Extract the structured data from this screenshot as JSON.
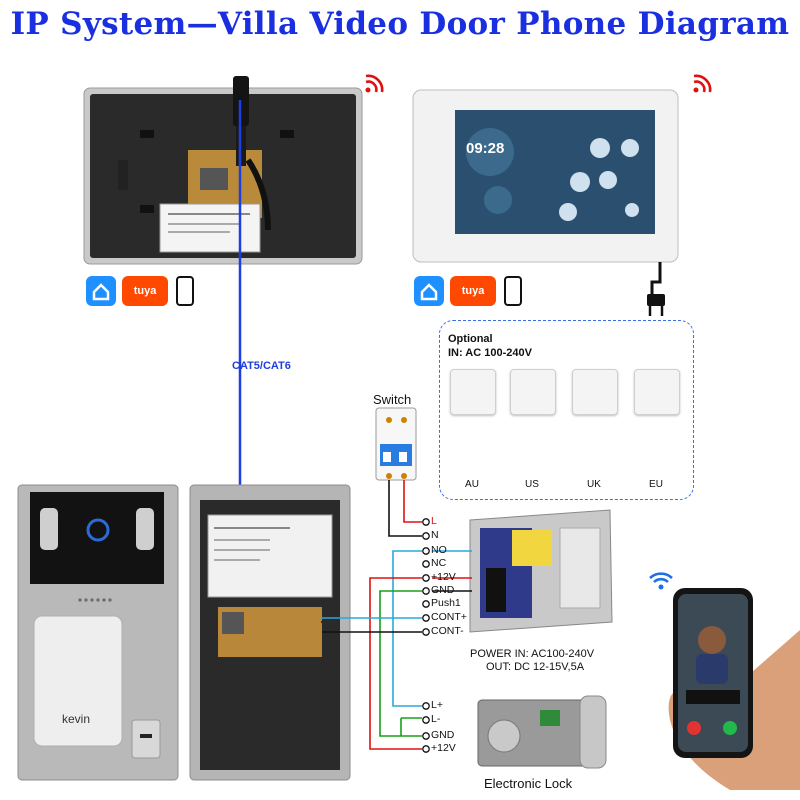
{
  "title": "IP System—Villa Video Door Phone Diagram",
  "monitor_left": {
    "icons": [
      "wifi-icon",
      "smart-home-icon",
      "tuya-icon",
      "smartphone-icon"
    ],
    "tuya": "tuya"
  },
  "monitor_right": {
    "clock": "09:28",
    "icons": [
      "wifi-icon",
      "smart-home-icon",
      "tuya-icon",
      "smartphone-icon",
      "power-plug-icon"
    ],
    "tuya": "tuya"
  },
  "cable_label": "CAT5/CAT6",
  "optional": {
    "title": "Optional",
    "input": "IN: AC 100-240V",
    "plugs": [
      "AU",
      "US",
      "UK",
      "EU"
    ]
  },
  "switch_label": "Switch",
  "terminals": {
    "power": [
      "L",
      "N"
    ],
    "outdoor": [
      "NO",
      "NC",
      "+12V",
      "GND",
      "Push1",
      "CONT+",
      "CONT-"
    ],
    "lock": [
      "L+",
      "L-",
      "GND",
      "+12V"
    ]
  },
  "power_supply": {
    "line1": "POWER  IN: AC100-240V",
    "line2": "OUT: DC 12-15V,5A"
  },
  "lock_label": "Electronic Lock",
  "outdoor_station": {
    "brand": "kevin"
  },
  "smartphone": {
    "icons": [
      "wifi-icon",
      "decline-call-icon",
      "accept-call-icon"
    ]
  },
  "colors": {
    "title": "#1a2fe0",
    "cable": "#1e3fe0",
    "wire_red": "#e01010",
    "wire_green": "#18a018",
    "wire_cyan": "#28a8e0",
    "wire_black": "#111111"
  }
}
